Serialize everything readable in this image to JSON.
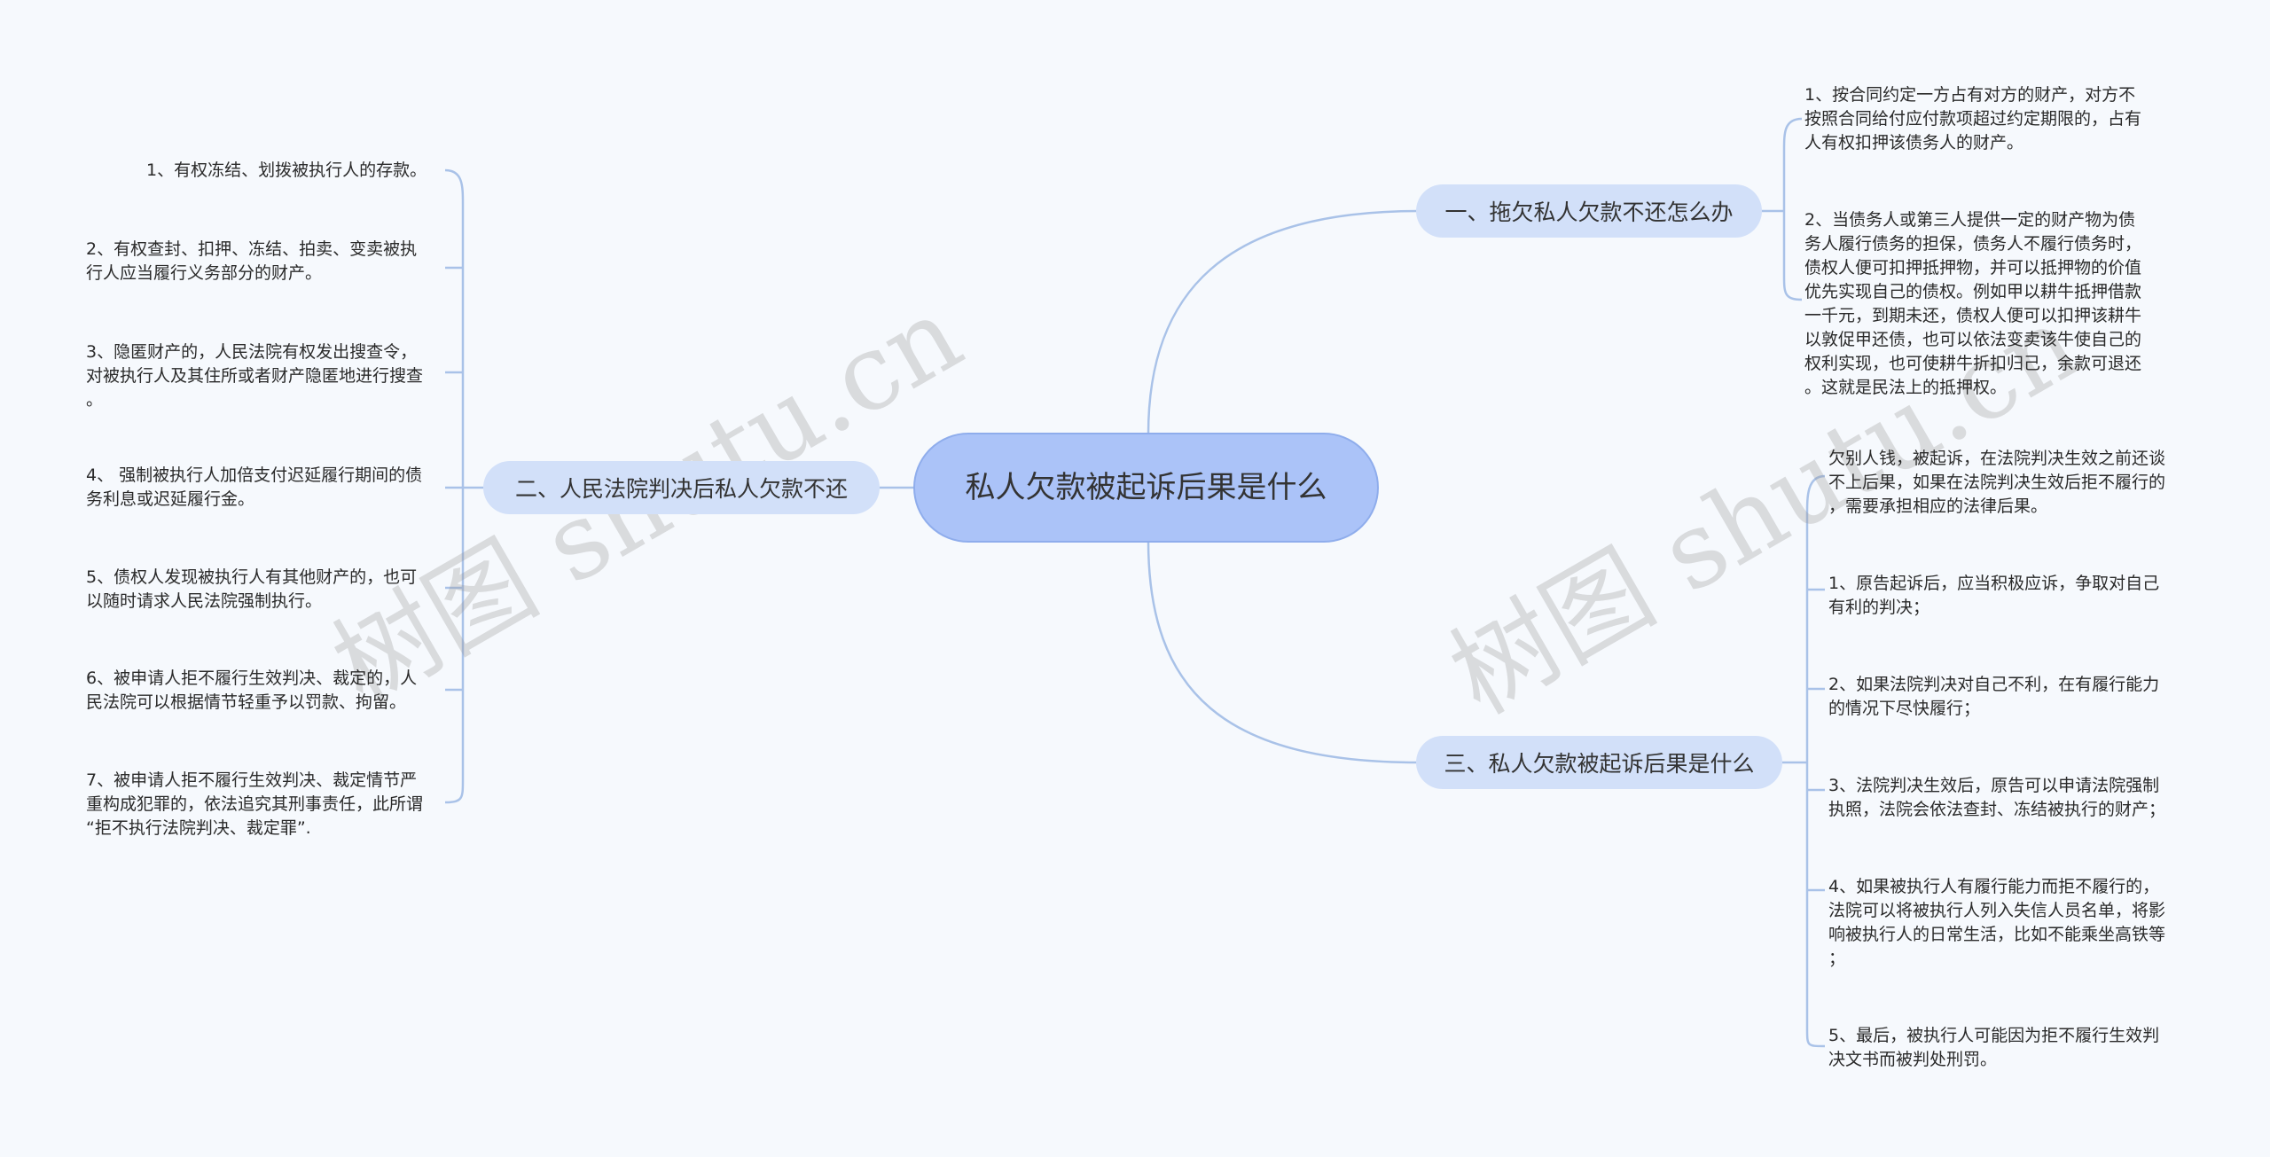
{
  "central": {
    "title": "私人欠款被起诉后果是什么"
  },
  "branches": {
    "b1": {
      "label": "一、拖欠私人欠款不还怎么办"
    },
    "b2": {
      "label": "二、人民法院判决后私人欠款不还"
    },
    "b3": {
      "label": "三、私人欠款被起诉后果是什么"
    }
  },
  "b1_leaves": [
    [
      "1、按合同约定一方占有对方的财产，对方不",
      "按照合同给付应付款项超过约定期限的，占有",
      "人有权扣押该债务人的财产。"
    ],
    [
      "2、当债务人或第三人提供一定的财产物为债",
      "务人履行债务的担保，债务人不履行债务时，",
      "债权人便可扣押抵押物，并可以抵押物的价值",
      "优先实现自己的债权。例如甲以耕牛抵押借款",
      "一千元，到期未还，债权人便可以扣押该耕牛",
      "以敦促甲还债，也可以依法变卖该牛使自己的",
      "权利实现，也可使耕牛折扣归己，余款可退还",
      "。这就是民法上的抵押权。"
    ]
  ],
  "b2_leaves": [
    [
      "1、有权冻结、划拨被执行人的存款。"
    ],
    [
      "2、有权查封、扣押、冻结、拍卖、变卖被执",
      "行人应当履行义务部分的财产。"
    ],
    [
      "3、隐匿财产的，人民法院有权发出搜查令，",
      "对被执行人及其住所或者财产隐匿地进行搜查",
      "。"
    ],
    [
      "4、 强制被执行人加倍支付迟延履行期间的债",
      "务利息或迟延履行金。"
    ],
    [
      "5、债权人发现被执行人有其他财产的，也可",
      "以随时请求人民法院强制执行。"
    ],
    [
      "6、被申请人拒不履行生效判决、裁定的，人",
      "民法院可以根据情节轻重予以罚款、拘留。"
    ],
    [
      "7、被申请人拒不履行生效判决、裁定情节严",
      "重构成犯罪的，依法追究其刑事责任，此所谓",
      "“拒不执行法院判决、裁定罪”."
    ]
  ],
  "b3_leaves": [
    [
      "欠别人钱，被起诉，在法院判决生效之前还谈",
      "不上后果，如果在法院判决生效后拒不履行的",
      "，需要承担相应的法律后果。"
    ],
    [
      "1、原告起诉后，应当积极应诉，争取对自己",
      "有利的判决；"
    ],
    [
      "2、如果法院判决对自己不利，在有履行能力",
      "的情况下尽快履行；"
    ],
    [
      "3、法院判决生效后，原告可以申请法院强制",
      "执照，法院会依法查封、冻结被执行的财产；"
    ],
    [
      "4、如果被执行人有履行能力而拒不履行的，",
      "法院可以将被执行人列入失信人员名单，将影",
      "响被执行人的日常生活，比如不能乘坐高铁等",
      "；"
    ],
    [
      "5、最后，被执行人可能因为拒不履行生效判",
      "决文书而被判处刑罚。"
    ]
  ],
  "watermarks": [
    "树图 shutu.cn",
    "树图 shutu.cn"
  ],
  "colors": {
    "line": "#a9c2e8",
    "central_fill": "#abc3f8",
    "branch_fill": "#d2e0f9"
  }
}
